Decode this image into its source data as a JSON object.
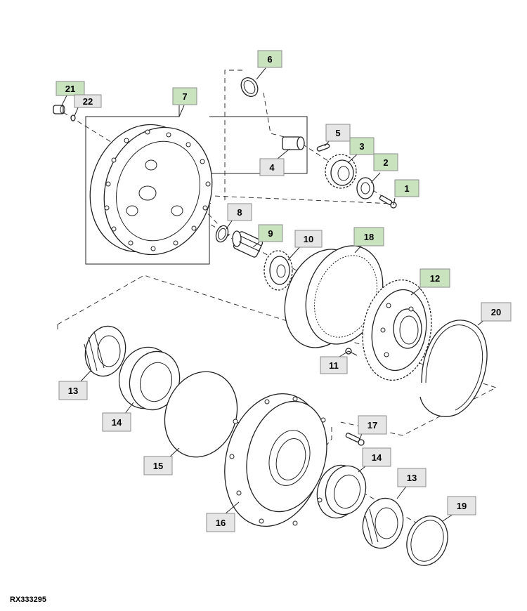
{
  "figure": {
    "reference_code": "RX333295",
    "colors": {
      "highlight_fill": "#c9e3bf",
      "plain_fill": "#e6e6e6",
      "box_stroke": "#8c8c8c"
    }
  },
  "callouts": [
    {
      "id": "c1",
      "label": "1",
      "highlight": true
    },
    {
      "id": "c2",
      "label": "2",
      "highlight": true
    },
    {
      "id": "c3",
      "label": "3",
      "highlight": true
    },
    {
      "id": "c4",
      "label": "4",
      "highlight": false
    },
    {
      "id": "c5",
      "label": "5",
      "highlight": false
    },
    {
      "id": "c6",
      "label": "6",
      "highlight": true
    },
    {
      "id": "c7",
      "label": "7",
      "highlight": true
    },
    {
      "id": "c8",
      "label": "8",
      "highlight": false
    },
    {
      "id": "c9",
      "label": "9",
      "highlight": true
    },
    {
      "id": "c10",
      "label": "10",
      "highlight": false
    },
    {
      "id": "c11",
      "label": "11",
      "highlight": false
    },
    {
      "id": "c12",
      "label": "12",
      "highlight": true
    },
    {
      "id": "c13a",
      "label": "13",
      "highlight": false
    },
    {
      "id": "c13b",
      "label": "13",
      "highlight": false
    },
    {
      "id": "c14a",
      "label": "14",
      "highlight": false
    },
    {
      "id": "c14b",
      "label": "14",
      "highlight": false
    },
    {
      "id": "c15",
      "label": "15",
      "highlight": false
    },
    {
      "id": "c16",
      "label": "16",
      "highlight": false
    },
    {
      "id": "c17",
      "label": "17",
      "highlight": false
    },
    {
      "id": "c18",
      "label": "18",
      "highlight": true
    },
    {
      "id": "c19",
      "label": "19",
      "highlight": false
    },
    {
      "id": "c20",
      "label": "20",
      "highlight": false
    },
    {
      "id": "c21",
      "label": "21",
      "highlight": true
    },
    {
      "id": "c22",
      "label": "22",
      "highlight": false
    }
  ]
}
